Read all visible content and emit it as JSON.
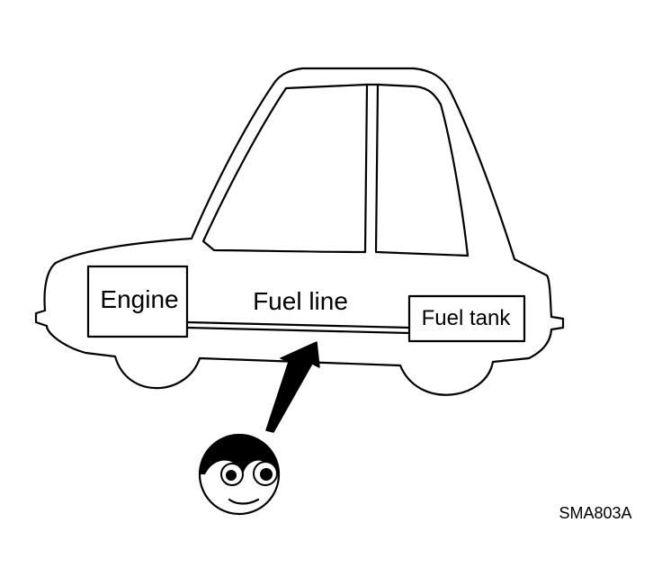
{
  "diagram": {
    "labels": {
      "engine": "Engine",
      "fuel_line": "Fuel line",
      "fuel_tank": "Fuel tank",
      "code": "SMA803A"
    },
    "colors": {
      "ink": "#000000",
      "paper": "#ffffff"
    },
    "icons": {
      "observer": "face-icon",
      "pointer": "arrow-icon"
    }
  }
}
